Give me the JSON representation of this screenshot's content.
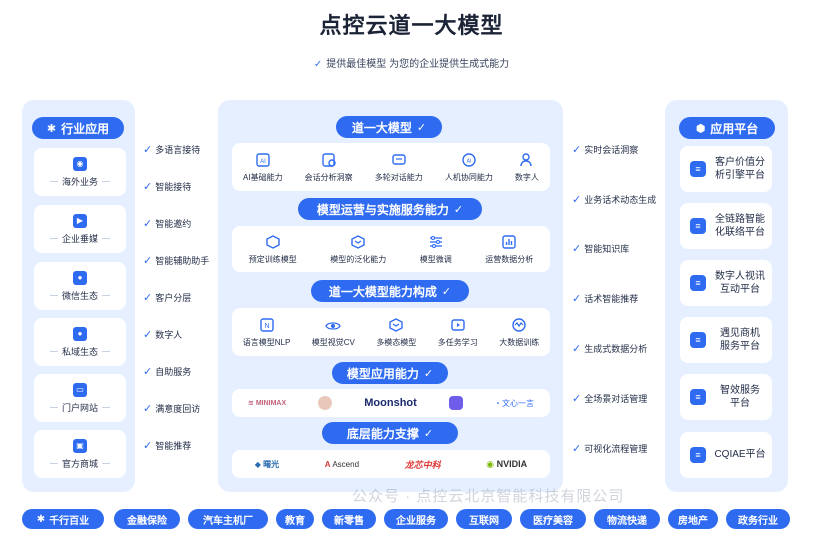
{
  "title": "点控云道一大模型",
  "subtitle": "提供最佳模型 为您的企业提供生成式能力",
  "left": {
    "header": "行业应用",
    "cards": [
      "海外业务",
      "企业垂媒",
      "微信生态",
      "私域生态",
      "门户网站",
      "官方商城"
    ]
  },
  "left_features": [
    "多语言接待",
    "智能接待",
    "智能邀约",
    "智能辅助助手",
    "客户分层",
    "数字人",
    "自助服务",
    "满意度回访",
    "智能推荐"
  ],
  "center": {
    "sec1": {
      "title": "道一大模型",
      "items": [
        "AI基础能力",
        "会话分析洞察",
        "多轮对话能力",
        "人机协同能力",
        "数字人"
      ]
    },
    "sec2": {
      "title": "模型运营与实施服务能力",
      "items": [
        "预定训练模型",
        "模型的泛化能力",
        "模型微调",
        "运营数据分析"
      ]
    },
    "sec3": {
      "title": "道一大模型能力构成",
      "items": [
        "语言模型NLP",
        "模型视觉CV",
        "多模态模型",
        "多任务学习",
        "大数据训练"
      ]
    },
    "sec4": {
      "title": "模型应用能力",
      "logos": [
        "MINIMAX",
        "",
        "Moonshot",
        "",
        "文心一言"
      ]
    },
    "sec5": {
      "title": "底层能力支撑",
      "logos": [
        "曙光",
        "Ascend",
        "龙芯中科",
        "NVIDIA"
      ]
    }
  },
  "right_features": [
    "实时会话洞察",
    "业务话术动态生成",
    "智能知识库",
    "话术智能推荐",
    "生成式数据分析",
    "全场景对话管理",
    "可视化流程管理"
  ],
  "right": {
    "header": "应用平台",
    "cards": [
      "客户价值分\n析引擎平台",
      "全链路智能\n化联络平台",
      "数字人视讯\n互动平台",
      "遇见商机\n服务平台",
      "智效服务\n平台",
      "CQIAE平台"
    ]
  },
  "bottom_tags": [
    "千行百业",
    "金融保险",
    "汽车主机厂",
    "教育",
    "新零售",
    "企业服务",
    "互联网",
    "医疗美容",
    "物流快递",
    "房地产",
    "政务行业"
  ],
  "watermark": "公众号 · 点控云北京智能科技有限公司",
  "colors": {
    "accent": "#2f6bf0",
    "panel": "#e6efff"
  }
}
